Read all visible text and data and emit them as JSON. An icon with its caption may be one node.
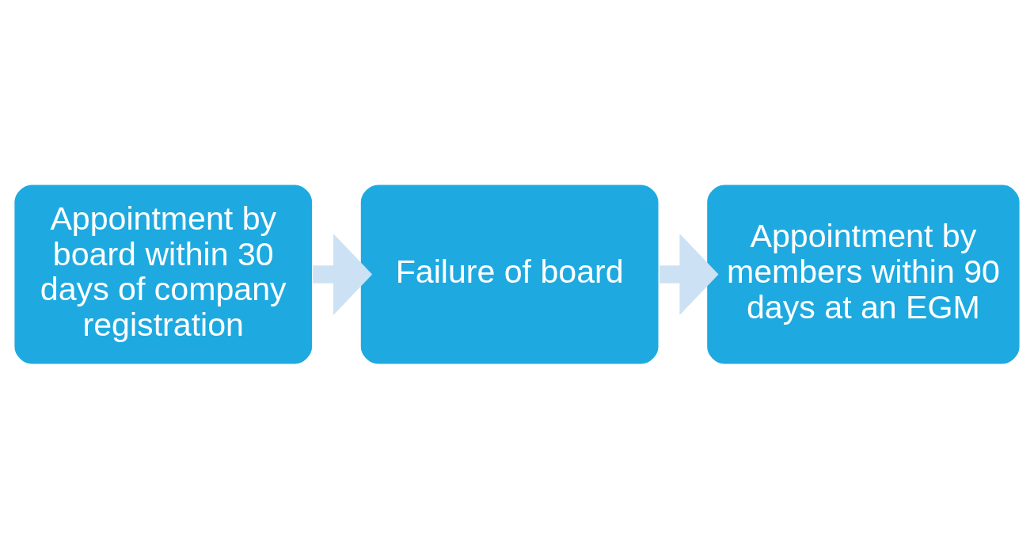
{
  "diagram": {
    "nodes": [
      {
        "text": [
          "Appointment by board within 30 days of company registration"
        ]
      },
      {
        "text": [
          "Failure of board"
        ]
      },
      {
        "text": [
          "Appointment by members within 90 days at an EGM"
        ]
      }
    ],
    "edges": [
      {
        "from": 0,
        "to": 1,
        "arrow": "to"
      },
      {
        "from": 1,
        "to": 2,
        "arrow": "to"
      }
    ]
  }
}
